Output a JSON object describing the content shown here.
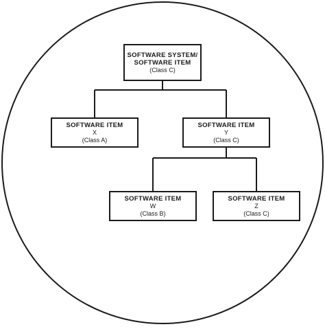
{
  "root": {
    "line1": "SOFTWARE SYSTEM/",
    "line2": "SOFTWARE ITEM",
    "cls": "(Class C)"
  },
  "item_x": {
    "title": "SOFTWARE ITEM",
    "name": "X",
    "cls": "(Class A)"
  },
  "item_y": {
    "title": "SOFTWARE ITEM",
    "name": "Y",
    "cls": "(Class C)"
  },
  "item_w": {
    "title": "SOFTWARE ITEM",
    "name": "W",
    "cls": "(Class B)"
  },
  "item_z": {
    "title": "SOFTWARE ITEM",
    "name": "Z",
    "cls": "(Class C)"
  }
}
